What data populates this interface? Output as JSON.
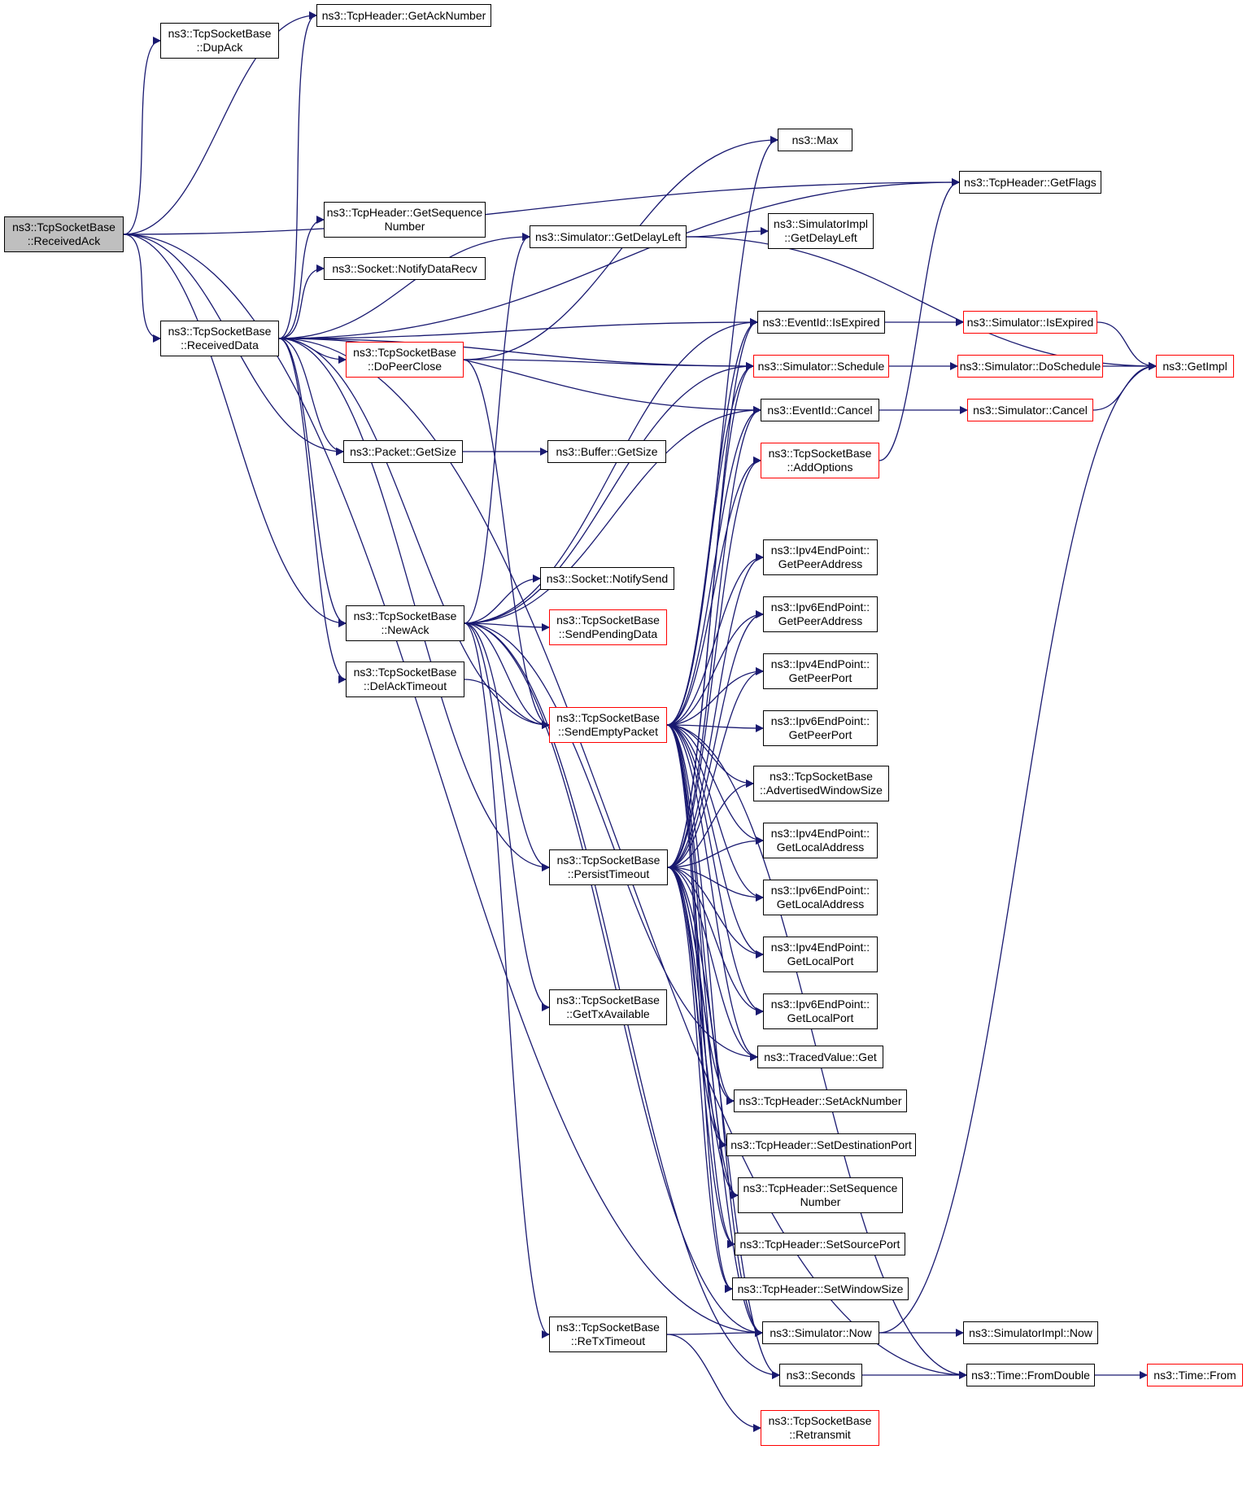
{
  "colors": {
    "edge": "#191970",
    "box_border": "#000000",
    "truncated_border": "#ff0000",
    "root_fill": "#bfbfbf"
  },
  "nodes": [
    {
      "id": "receivedAck",
      "l1": "ns3::TcpSocketBase",
      "l2": "::ReceivedAck",
      "kind": "root"
    },
    {
      "id": "dupAck",
      "l1": "ns3::TcpSocketBase",
      "l2": "::DupAck",
      "kind": "normal"
    },
    {
      "id": "getAckNumber",
      "l1": "ns3::TcpHeader::GetAckNumber",
      "l2": "",
      "kind": "normal"
    },
    {
      "id": "receivedData",
      "l1": "ns3::TcpSocketBase",
      "l2": "::ReceivedData",
      "kind": "normal"
    },
    {
      "id": "getSeqNumber",
      "l1": "ns3::TcpHeader::GetSequence",
      "l2": "Number",
      "kind": "normal"
    },
    {
      "id": "notifyDataRecv",
      "l1": "ns3::Socket::NotifyDataRecv",
      "l2": "",
      "kind": "normal"
    },
    {
      "id": "doPeerClose",
      "l1": "ns3::TcpSocketBase",
      "l2": "::DoPeerClose",
      "kind": "truncated"
    },
    {
      "id": "packetGetSize",
      "l1": "ns3::Packet::GetSize",
      "l2": "",
      "kind": "normal"
    },
    {
      "id": "bufferGetSize",
      "l1": "ns3::Buffer::GetSize",
      "l2": "",
      "kind": "normal"
    },
    {
      "id": "newAck",
      "l1": "ns3::TcpSocketBase",
      "l2": "::NewAck",
      "kind": "normal"
    },
    {
      "id": "delAckTimeout",
      "l1": "ns3::TcpSocketBase",
      "l2": "::DelAckTimeout",
      "kind": "normal"
    },
    {
      "id": "notifySend",
      "l1": "ns3::Socket::NotifySend",
      "l2": "",
      "kind": "normal"
    },
    {
      "id": "sendPendingData",
      "l1": "ns3::TcpSocketBase",
      "l2": "::SendPendingData",
      "kind": "truncated"
    },
    {
      "id": "sendEmptyPacket",
      "l1": "ns3::TcpSocketBase",
      "l2": "::SendEmptyPacket",
      "kind": "truncated"
    },
    {
      "id": "persistTimeout",
      "l1": "ns3::TcpSocketBase",
      "l2": "::PersistTimeout",
      "kind": "normal"
    },
    {
      "id": "getTxAvailable",
      "l1": "ns3::TcpSocketBase",
      "l2": "::GetTxAvailable",
      "kind": "normal"
    },
    {
      "id": "reTxTimeout",
      "l1": "ns3::TcpSocketBase",
      "l2": "::ReTxTimeout",
      "kind": "normal"
    },
    {
      "id": "simGetDelayLeft",
      "l1": "ns3::Simulator::GetDelayLeft",
      "l2": "",
      "kind": "normal"
    },
    {
      "id": "max",
      "l1": "ns3::Max",
      "l2": "",
      "kind": "normal"
    },
    {
      "id": "simImplGetDelayLeft",
      "l1": "ns3::SimulatorImpl",
      "l2": "::GetDelayLeft",
      "kind": "normal"
    },
    {
      "id": "tcpGetFlags",
      "l1": "ns3::TcpHeader::GetFlags",
      "l2": "",
      "kind": "normal"
    },
    {
      "id": "eventIsExpired",
      "l1": "ns3::EventId::IsExpired",
      "l2": "",
      "kind": "normal"
    },
    {
      "id": "simSchedule",
      "l1": "ns3::Simulator::Schedule",
      "l2": "",
      "kind": "truncated"
    },
    {
      "id": "eventCancel",
      "l1": "ns3::EventId::Cancel",
      "l2": "",
      "kind": "normal"
    },
    {
      "id": "addOptions",
      "l1": "ns3::TcpSocketBase",
      "l2": "::AddOptions",
      "kind": "truncated"
    },
    {
      "id": "ipv4PeerAddr",
      "l1": "ns3::Ipv4EndPoint::",
      "l2": "GetPeerAddress",
      "kind": "normal"
    },
    {
      "id": "ipv6PeerAddr",
      "l1": "ns3::Ipv6EndPoint::",
      "l2": "GetPeerAddress",
      "kind": "normal"
    },
    {
      "id": "ipv4PeerPort",
      "l1": "ns3::Ipv4EndPoint::",
      "l2": "GetPeerPort",
      "kind": "normal"
    },
    {
      "id": "ipv6PeerPort",
      "l1": "ns3::Ipv6EndPoint::",
      "l2": "GetPeerPort",
      "kind": "normal"
    },
    {
      "id": "advWinSize",
      "l1": "ns3::TcpSocketBase",
      "l2": "::AdvertisedWindowSize",
      "kind": "normal"
    },
    {
      "id": "ipv4LocalAddr",
      "l1": "ns3::Ipv4EndPoint::",
      "l2": "GetLocalAddress",
      "kind": "normal"
    },
    {
      "id": "ipv6LocalAddr",
      "l1": "ns3::Ipv6EndPoint::",
      "l2": "GetLocalAddress",
      "kind": "normal"
    },
    {
      "id": "ipv4LocalPort",
      "l1": "ns3::Ipv4EndPoint::",
      "l2": "GetLocalPort",
      "kind": "normal"
    },
    {
      "id": "ipv6LocalPort",
      "l1": "ns3::Ipv6EndPoint::",
      "l2": "GetLocalPort",
      "kind": "normal"
    },
    {
      "id": "tracedGet",
      "l1": "ns3::TracedValue::Get",
      "l2": "",
      "kind": "normal"
    },
    {
      "id": "setAckNumber",
      "l1": "ns3::TcpHeader::SetAckNumber",
      "l2": "",
      "kind": "normal"
    },
    {
      "id": "setDestPort",
      "l1": "ns3::TcpHeader::SetDestinationPort",
      "l2": "",
      "kind": "normal"
    },
    {
      "id": "setSeqNumber",
      "l1": "ns3::TcpHeader::SetSequence",
      "l2": "Number",
      "kind": "normal"
    },
    {
      "id": "setSrcPort",
      "l1": "ns3::TcpHeader::SetSourcePort",
      "l2": "",
      "kind": "normal"
    },
    {
      "id": "setWinSize",
      "l1": "ns3::TcpHeader::SetWindowSize",
      "l2": "",
      "kind": "normal"
    },
    {
      "id": "simNow",
      "l1": "ns3::Simulator::Now",
      "l2": "",
      "kind": "normal"
    },
    {
      "id": "seconds",
      "l1": "ns3::Seconds",
      "l2": "",
      "kind": "normal"
    },
    {
      "id": "retransmit",
      "l1": "ns3::TcpSocketBase",
      "l2": "::Retransmit",
      "kind": "truncated"
    },
    {
      "id": "simIsExpired",
      "l1": "ns3::Simulator::IsExpired",
      "l2": "",
      "kind": "truncated"
    },
    {
      "id": "simDoSchedule",
      "l1": "ns3::Simulator::DoSchedule",
      "l2": "",
      "kind": "truncated"
    },
    {
      "id": "simCancel",
      "l1": "ns3::Simulator::Cancel",
      "l2": "",
      "kind": "truncated"
    },
    {
      "id": "simImplNow",
      "l1": "ns3::SimulatorImpl::Now",
      "l2": "",
      "kind": "normal"
    },
    {
      "id": "timeFromDouble",
      "l1": "ns3::Time::FromDouble",
      "l2": "",
      "kind": "normal"
    },
    {
      "id": "getImpl",
      "l1": "ns3::GetImpl",
      "l2": "",
      "kind": "truncated"
    },
    {
      "id": "timeFrom",
      "l1": "ns3::Time::From",
      "l2": "",
      "kind": "truncated"
    }
  ],
  "edges": [
    [
      "receivedAck",
      "dupAck"
    ],
    [
      "receivedAck",
      "getAckNumber"
    ],
    [
      "receivedAck",
      "tcpGetFlags"
    ],
    [
      "receivedAck",
      "receivedData"
    ],
    [
      "receivedAck",
      "packetGetSize"
    ],
    [
      "receivedAck",
      "newAck"
    ],
    [
      "receivedAck",
      "simNow"
    ],
    [
      "receivedData",
      "getAckNumber"
    ],
    [
      "receivedData",
      "getSeqNumber"
    ],
    [
      "receivedData",
      "notifyDataRecv"
    ],
    [
      "receivedData",
      "doPeerClose"
    ],
    [
      "receivedData",
      "packetGetSize"
    ],
    [
      "receivedData",
      "delAckTimeout"
    ],
    [
      "receivedData",
      "sendEmptyPacket"
    ],
    [
      "receivedData",
      "tcpGetFlags"
    ],
    [
      "receivedData",
      "simGetDelayLeft"
    ],
    [
      "receivedData",
      "eventIsExpired"
    ],
    [
      "receivedData",
      "simSchedule"
    ],
    [
      "receivedData",
      "eventCancel"
    ],
    [
      "receivedData",
      "newAck"
    ],
    [
      "receivedData",
      "persistTimeout"
    ],
    [
      "receivedData",
      "timeFromDouble"
    ],
    [
      "doPeerClose",
      "max"
    ],
    [
      "doPeerClose",
      "simSchedule"
    ],
    [
      "doPeerClose",
      "sendEmptyPacket"
    ],
    [
      "packetGetSize",
      "bufferGetSize"
    ],
    [
      "newAck",
      "notifySend"
    ],
    [
      "newAck",
      "sendPendingData"
    ],
    [
      "newAck",
      "sendEmptyPacket"
    ],
    [
      "newAck",
      "persistTimeout"
    ],
    [
      "newAck",
      "getTxAvailable"
    ],
    [
      "newAck",
      "reTxTimeout"
    ],
    [
      "newAck",
      "simGetDelayLeft"
    ],
    [
      "newAck",
      "eventIsExpired"
    ],
    [
      "newAck",
      "simSchedule"
    ],
    [
      "newAck",
      "eventCancel"
    ],
    [
      "newAck",
      "tracedGet"
    ],
    [
      "newAck",
      "simNow"
    ],
    [
      "newAck",
      "seconds"
    ],
    [
      "delAckTimeout",
      "sendEmptyPacket"
    ],
    [
      "sendEmptyPacket",
      "max"
    ],
    [
      "sendEmptyPacket",
      "eventIsExpired"
    ],
    [
      "sendEmptyPacket",
      "simSchedule"
    ],
    [
      "sendEmptyPacket",
      "eventCancel"
    ],
    [
      "sendEmptyPacket",
      "addOptions"
    ],
    [
      "sendEmptyPacket",
      "ipv4PeerAddr"
    ],
    [
      "sendEmptyPacket",
      "ipv6PeerAddr"
    ],
    [
      "sendEmptyPacket",
      "ipv4PeerPort"
    ],
    [
      "sendEmptyPacket",
      "ipv6PeerPort"
    ],
    [
      "sendEmptyPacket",
      "advWinSize"
    ],
    [
      "sendEmptyPacket",
      "ipv4LocalAddr"
    ],
    [
      "sendEmptyPacket",
      "ipv6LocalAddr"
    ],
    [
      "sendEmptyPacket",
      "ipv4LocalPort"
    ],
    [
      "sendEmptyPacket",
      "ipv6LocalPort"
    ],
    [
      "sendEmptyPacket",
      "tracedGet"
    ],
    [
      "sendEmptyPacket",
      "setAckNumber"
    ],
    [
      "sendEmptyPacket",
      "setDestPort"
    ],
    [
      "sendEmptyPacket",
      "setSeqNumber"
    ],
    [
      "sendEmptyPacket",
      "setSrcPort"
    ],
    [
      "sendEmptyPacket",
      "setWinSize"
    ],
    [
      "sendEmptyPacket",
      "simNow"
    ],
    [
      "sendEmptyPacket",
      "timeFromDouble"
    ],
    [
      "persistTimeout",
      "eventIsExpired"
    ],
    [
      "persistTimeout",
      "simSchedule"
    ],
    [
      "persistTimeout",
      "eventCancel"
    ],
    [
      "persistTimeout",
      "addOptions"
    ],
    [
      "persistTimeout",
      "ipv4PeerAddr"
    ],
    [
      "persistTimeout",
      "ipv6PeerAddr"
    ],
    [
      "persistTimeout",
      "ipv4PeerPort"
    ],
    [
      "persistTimeout",
      "advWinSize"
    ],
    [
      "persistTimeout",
      "ipv4LocalAddr"
    ],
    [
      "persistTimeout",
      "ipv6LocalAddr"
    ],
    [
      "persistTimeout",
      "ipv4LocalPort"
    ],
    [
      "persistTimeout",
      "ipv6LocalPort"
    ],
    [
      "persistTimeout",
      "tracedGet"
    ],
    [
      "persistTimeout",
      "setAckNumber"
    ],
    [
      "persistTimeout",
      "setDestPort"
    ],
    [
      "persistTimeout",
      "setSeqNumber"
    ],
    [
      "persistTimeout",
      "setSrcPort"
    ],
    [
      "persistTimeout",
      "setWinSize"
    ],
    [
      "persistTimeout",
      "simNow"
    ],
    [
      "persistTimeout",
      "seconds"
    ],
    [
      "reTxTimeout",
      "simNow"
    ],
    [
      "reTxTimeout",
      "retransmit"
    ],
    [
      "simGetDelayLeft",
      "simImplGetDelayLeft"
    ],
    [
      "simGetDelayLeft",
      "getImpl"
    ],
    [
      "eventIsExpired",
      "simIsExpired"
    ],
    [
      "simIsExpired",
      "getImpl"
    ],
    [
      "simSchedule",
      "simDoSchedule"
    ],
    [
      "simDoSchedule",
      "getImpl"
    ],
    [
      "eventCancel",
      "simCancel"
    ],
    [
      "simCancel",
      "getImpl"
    ],
    [
      "addOptions",
      "tcpGetFlags"
    ],
    [
      "simNow",
      "simImplNow"
    ],
    [
      "simNow",
      "getImpl"
    ],
    [
      "seconds",
      "timeFromDouble"
    ],
    [
      "timeFromDouble",
      "timeFrom"
    ]
  ]
}
